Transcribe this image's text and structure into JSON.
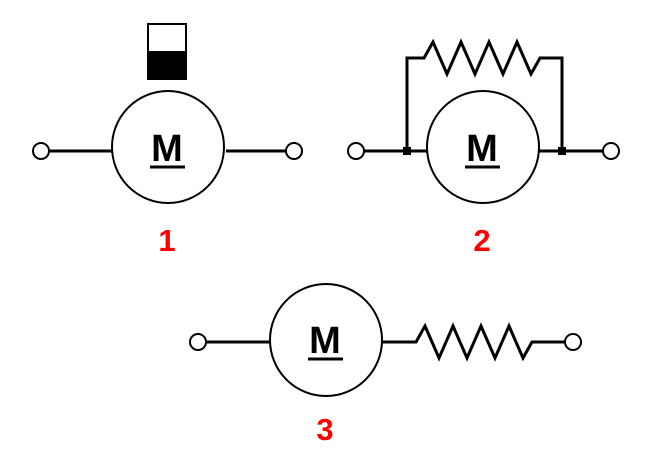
{
  "colors": {
    "stroke": "#000000",
    "label": "#ff0000",
    "background": "#ffffff"
  },
  "symbols": [
    {
      "id": "1",
      "letter": "M",
      "number": "1",
      "variant": "with-switch-indicator"
    },
    {
      "id": "2",
      "letter": "M",
      "number": "2",
      "variant": "resistor-in-parallel"
    },
    {
      "id": "3",
      "letter": "M",
      "number": "3",
      "variant": "resistor-in-series"
    }
  ]
}
